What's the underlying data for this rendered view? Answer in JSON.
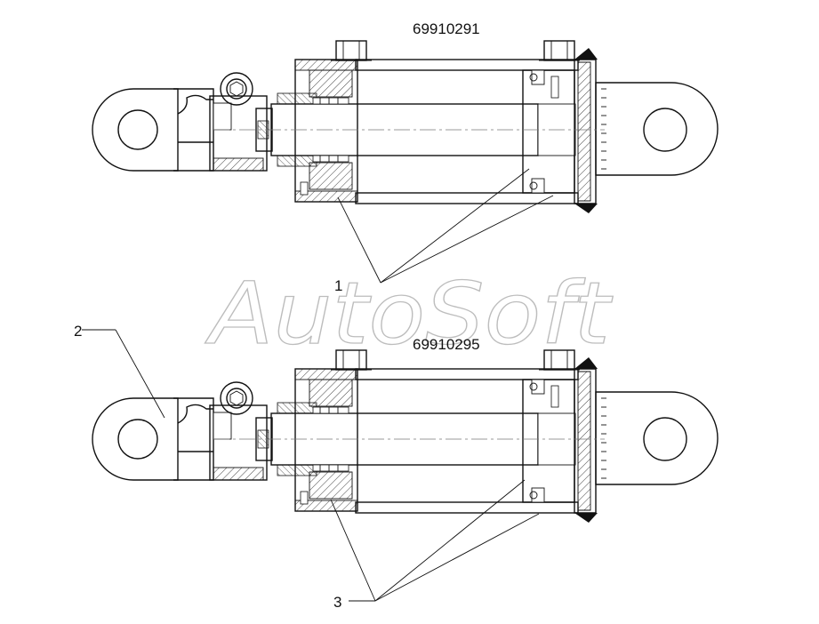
{
  "drawing": {
    "part_numbers": [
      "69910291",
      "69910295"
    ],
    "callouts": {
      "c1": "1",
      "c2": "2",
      "c3": "3"
    },
    "watermark": "AutoSoft"
  },
  "colors": {
    "line": "#111111",
    "hatch": "#333333",
    "watermark": "#bdbdbd",
    "background": "#ffffff"
  }
}
